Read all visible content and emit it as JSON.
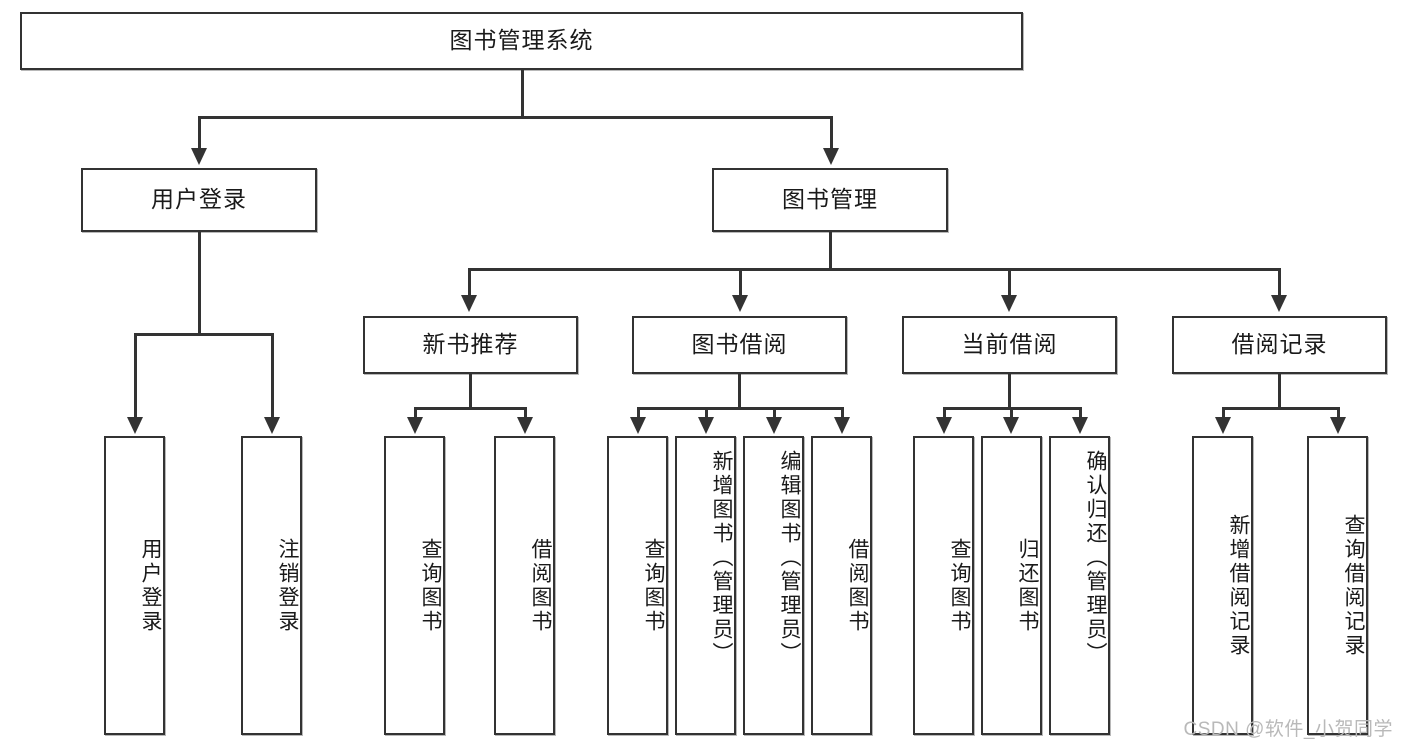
{
  "diagram": {
    "type": "tree-hierarchy-chart",
    "root": {
      "label": "图书管理系统"
    },
    "level2": [
      {
        "id": "user-login",
        "label": "用户登录"
      },
      {
        "id": "book-management",
        "label": "图书管理"
      }
    ],
    "level3": [
      {
        "id": "new-book-recommend",
        "label": "新书推荐"
      },
      {
        "id": "book-borrow",
        "label": "图书借阅"
      },
      {
        "id": "current-borrow",
        "label": "当前借阅"
      },
      {
        "id": "borrow-record",
        "label": "借阅记录"
      }
    ],
    "leaves": {
      "user_login": [
        {
          "id": "leaf-user-login",
          "label": "用户登录"
        },
        {
          "id": "leaf-logout-login",
          "label": "注销登录"
        }
      ],
      "new_book_recommend": [
        {
          "id": "leaf-query-book-1",
          "label": "查询图书"
        },
        {
          "id": "leaf-borrow-book-1",
          "label": "借阅图书"
        }
      ],
      "book_borrow": [
        {
          "id": "leaf-query-book-2",
          "label": "查询图书"
        },
        {
          "id": "leaf-add-book",
          "label": "新增图书（管理员）"
        },
        {
          "id": "leaf-edit-book",
          "label": "编辑图书（管理员）"
        },
        {
          "id": "leaf-borrow-book-2",
          "label": "借阅图书"
        }
      ],
      "current_borrow": [
        {
          "id": "leaf-query-book-3",
          "label": "查询图书"
        },
        {
          "id": "leaf-return-book",
          "label": "归还图书"
        },
        {
          "id": "leaf-confirm-return",
          "label": "确认归还（管理员）"
        }
      ],
      "borrow_record": [
        {
          "id": "leaf-add-record",
          "label": "新增借阅记录"
        },
        {
          "id": "leaf-query-record",
          "label": "查询借阅记录"
        }
      ]
    }
  },
  "watermark": {
    "text": "CSDN @软件_小贺同学"
  },
  "colors": {
    "stroke": "#333333",
    "fill": "#ffffff",
    "text": "#1a1a1a",
    "watermark": "#b9b9b9"
  }
}
